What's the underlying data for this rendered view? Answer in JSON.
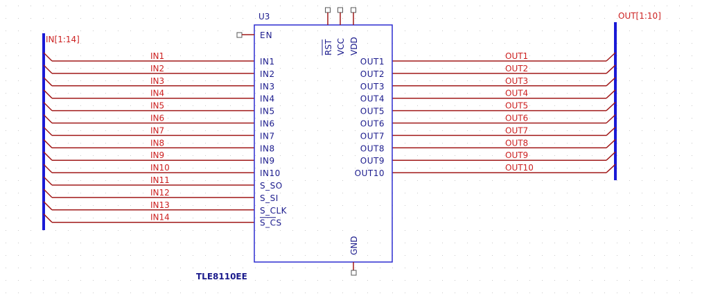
{
  "colors": {
    "bus": "#1a1ad6",
    "wire": "#a01818",
    "net_label": "#cc1f1f",
    "component": "#2b2bd0",
    "pin_text": "#1a1a8c",
    "grid": "#c8c8c8"
  },
  "component": {
    "ref": "U3",
    "part_name": "TLE8110EE",
    "top_pins": [
      "RST",
      "VCC",
      "VDD"
    ],
    "bottom_pin": "GND",
    "left_pins": [
      "EN",
      "IN1",
      "IN2",
      "IN3",
      "IN4",
      "IN5",
      "IN6",
      "IN7",
      "IN8",
      "IN9",
      "IN10",
      "S_SO",
      "S_SI",
      "S_CLK",
      "S_CS"
    ],
    "right_pins": [
      "OUT1",
      "OUT2",
      "OUT3",
      "OUT4",
      "OUT5",
      "OUT6",
      "OUT7",
      "OUT8",
      "OUT9",
      "OUT10"
    ]
  },
  "input_bus": {
    "label": "IN[1:14]",
    "nets": [
      "IN1",
      "IN2",
      "IN3",
      "IN4",
      "IN5",
      "IN6",
      "IN7",
      "IN8",
      "IN9",
      "IN10",
      "IN11",
      "IN12",
      "IN13",
      "IN14"
    ]
  },
  "output_bus": {
    "label": "OUT[1:10]",
    "nets": [
      "OUT1",
      "OUT2",
      "OUT3",
      "OUT4",
      "OUT5",
      "OUT6",
      "OUT7",
      "OUT8",
      "OUT9",
      "OUT10"
    ]
  }
}
